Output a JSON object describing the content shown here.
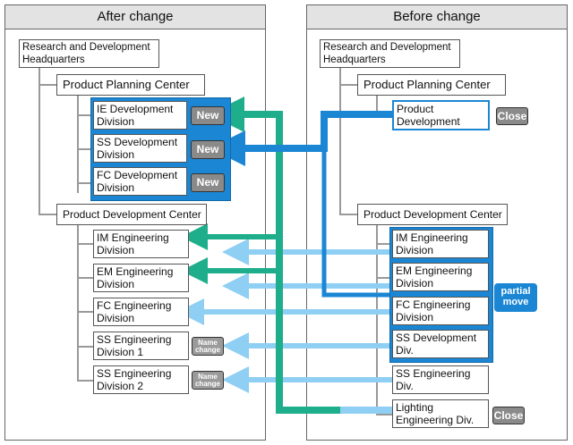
{
  "after": {
    "title": "After change",
    "hq": "Research and Development Headquarters",
    "planning_center": "Product Planning Center",
    "planning_divisions": [
      {
        "name": "IE Development Division",
        "badge": "New"
      },
      {
        "name": "SS Development Division",
        "badge": "New"
      },
      {
        "name": "FC Development Division",
        "badge": "New"
      }
    ],
    "development_center": "Product Development Center",
    "engineering_divisions": [
      {
        "name": "IM Engineering Division",
        "badge": ""
      },
      {
        "name": "EM Engineering Division",
        "badge": ""
      },
      {
        "name": "FC Engineering Division",
        "badge": ""
      },
      {
        "name": "SS Engineering Division 1",
        "badge": "Name change"
      },
      {
        "name": "SS Engineering Division 2",
        "badge": "Name change"
      }
    ]
  },
  "before": {
    "title": "Before change",
    "hq": "Research and Development Headquarters",
    "planning_center": "Product Planning Center",
    "planning_divisions": [
      {
        "name": "Product Development Div.",
        "badge": "Close"
      }
    ],
    "development_center": "Product Development Center",
    "engineering_divisions": [
      {
        "name": "IM Engineering Division"
      },
      {
        "name": "EM Engineering Division"
      },
      {
        "name": "FC Engineering Division"
      },
      {
        "name": "SS Development Div."
      },
      {
        "name": "SS Engineering Div."
      },
      {
        "name": "Lighting Engineering Div.",
        "badge": "Close"
      }
    ],
    "partial_move": "partial move"
  },
  "colors": {
    "blue": "#1a86d4",
    "green": "#1fae8c",
    "light_blue": "#8ecff3",
    "badge_gray": "#8a8a8a"
  }
}
